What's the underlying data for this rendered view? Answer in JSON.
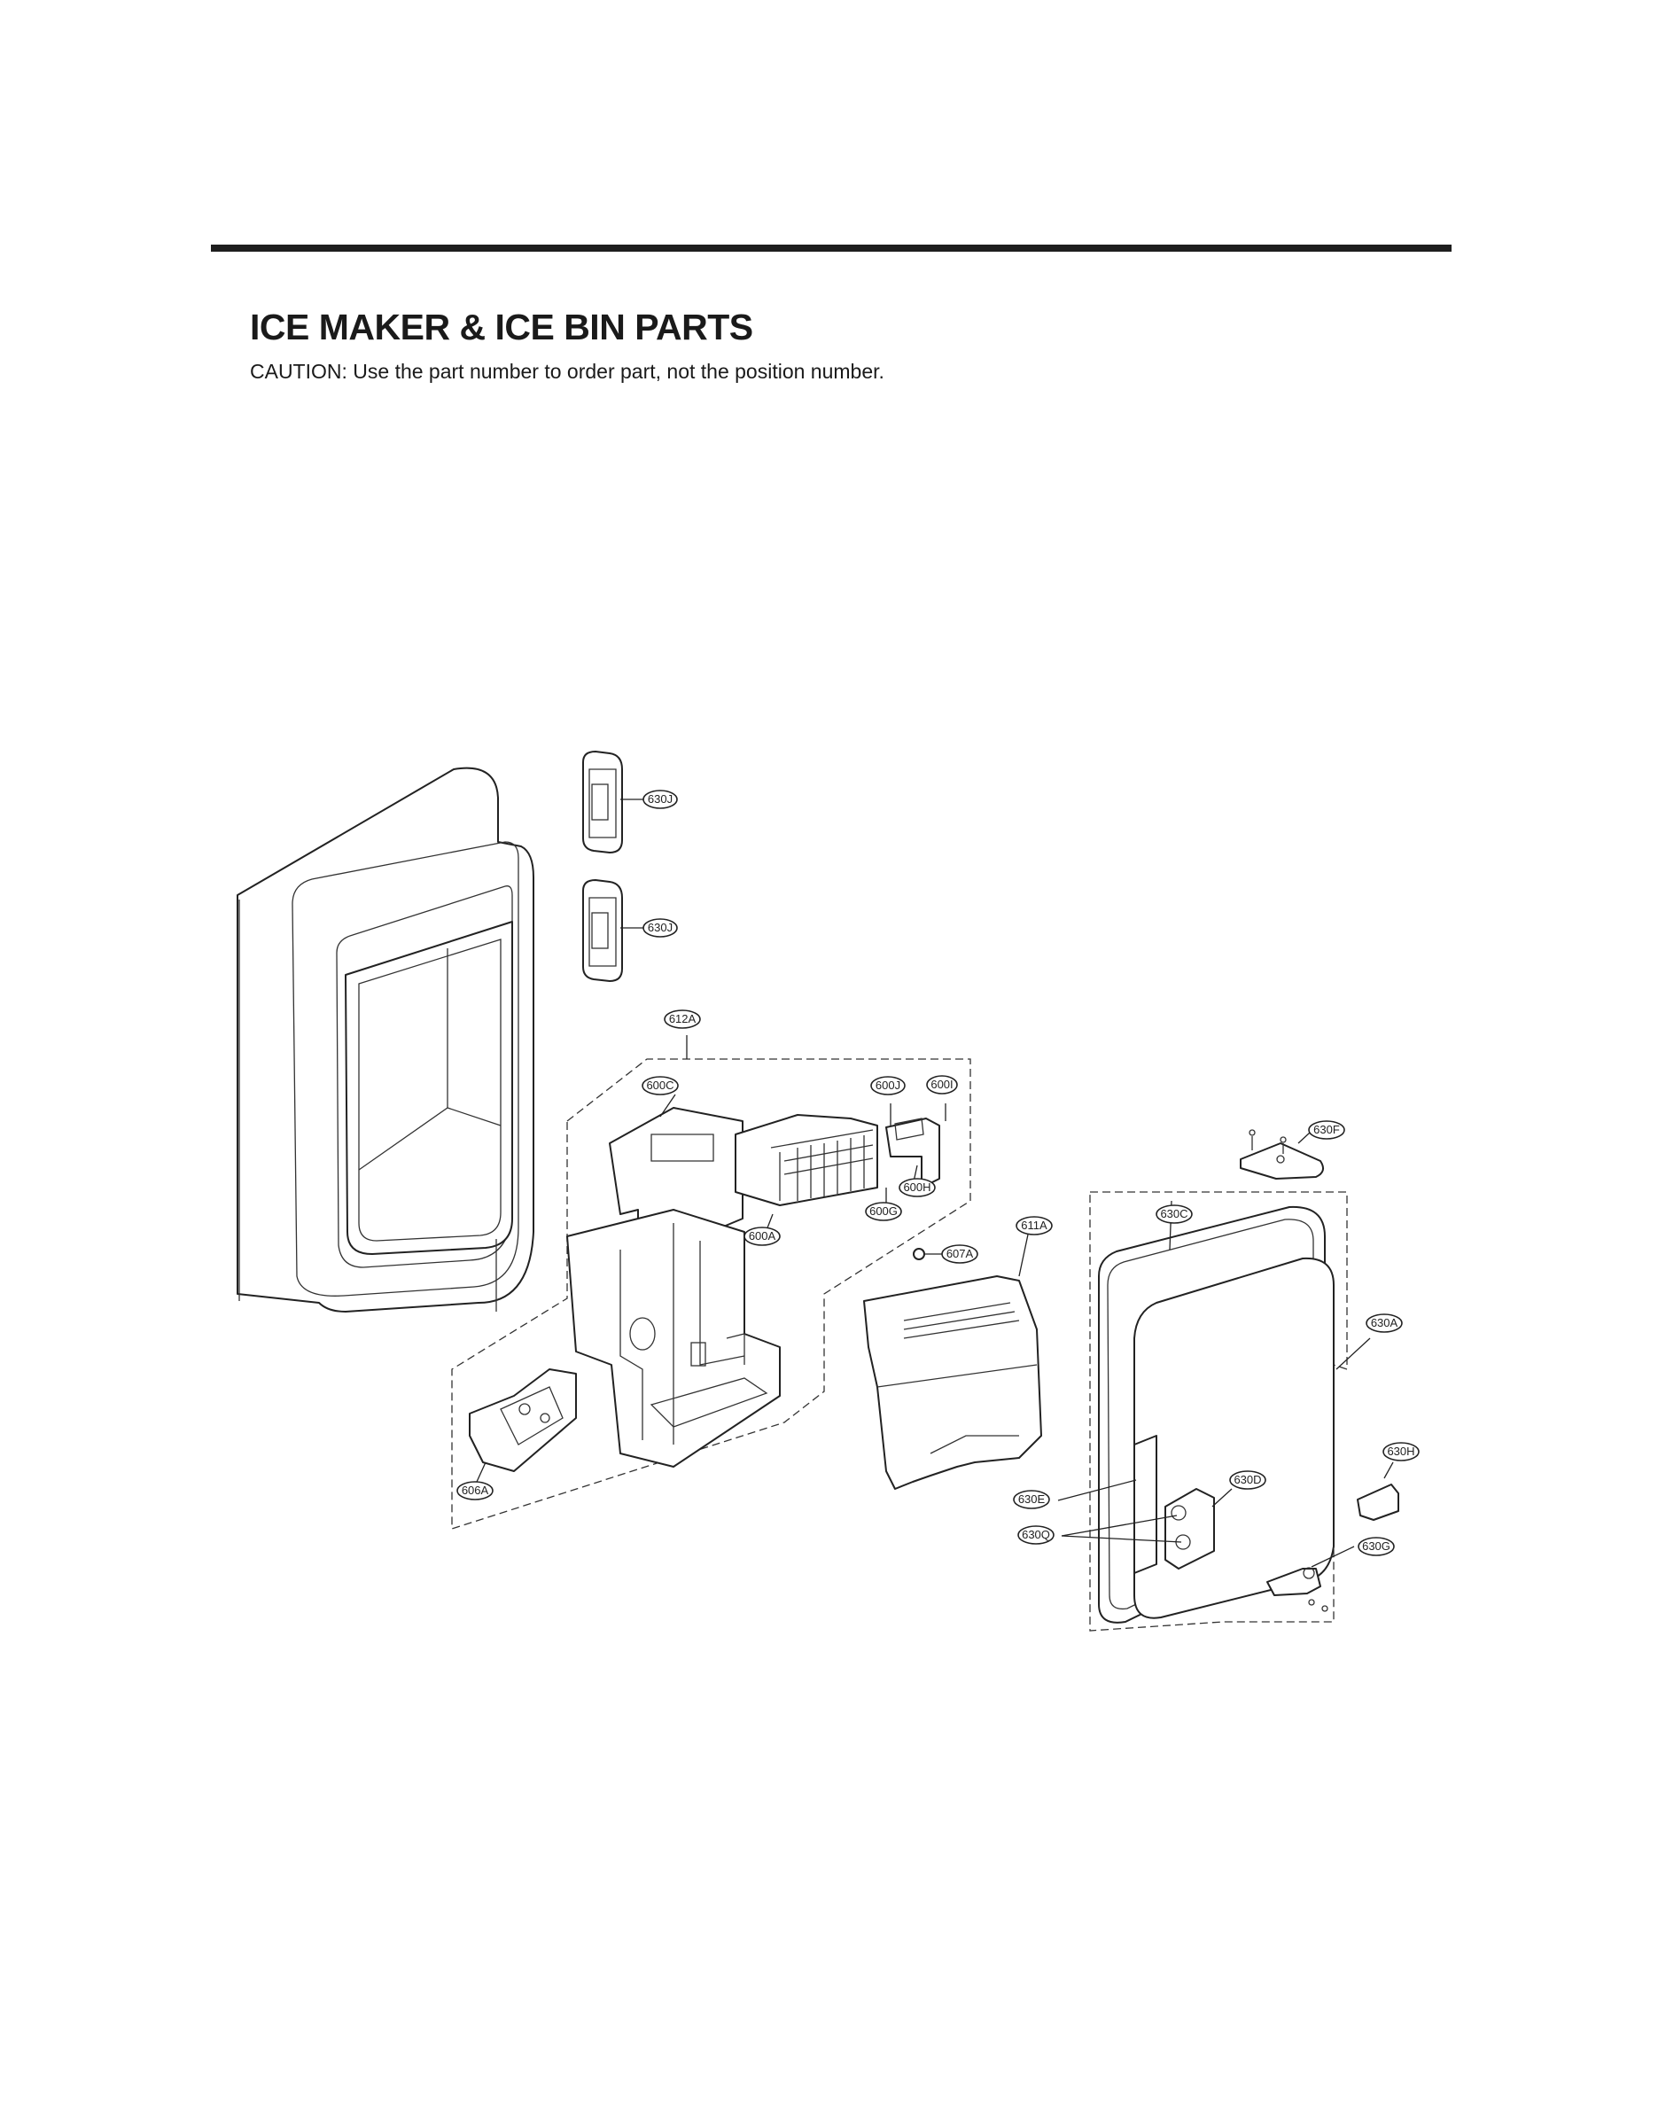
{
  "page": {
    "title": "ICE MAKER & ICE BIN PARTS",
    "caution": "CAUTION: Use the part number to order part, not the position number."
  },
  "callouts": [
    {
      "id": "630J-top",
      "label": "630J"
    },
    {
      "id": "630J-bottom",
      "label": "630J"
    },
    {
      "id": "612A",
      "label": "612A"
    },
    {
      "id": "600C",
      "label": "600C"
    },
    {
      "id": "600J",
      "label": "600J"
    },
    {
      "id": "600I",
      "label": "600I"
    },
    {
      "id": "600H",
      "label": "600H"
    },
    {
      "id": "600G",
      "label": "600G"
    },
    {
      "id": "600A",
      "label": "600A"
    },
    {
      "id": "607A",
      "label": "607A"
    },
    {
      "id": "611A",
      "label": "611A"
    },
    {
      "id": "630F",
      "label": "630F"
    },
    {
      "id": "630C",
      "label": "630C"
    },
    {
      "id": "630A",
      "label": "630A"
    },
    {
      "id": "630H",
      "label": "630H"
    },
    {
      "id": "630D",
      "label": "630D"
    },
    {
      "id": "630E",
      "label": "630E"
    },
    {
      "id": "630Q",
      "label": "630Q"
    },
    {
      "id": "630G",
      "label": "630G"
    },
    {
      "id": "606A",
      "label": "606A"
    }
  ]
}
